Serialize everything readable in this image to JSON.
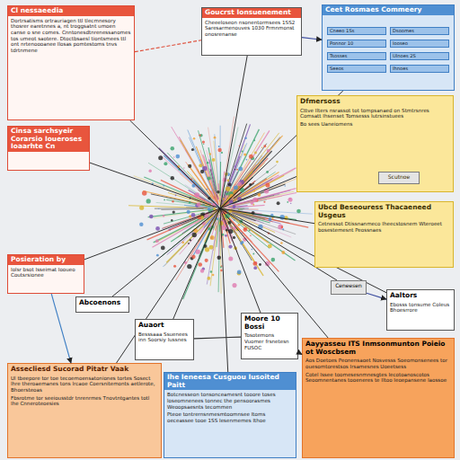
{
  "diagram": {
    "nodes": [
      {
        "text": [
          "Cl nessaeedia",
          "Dortrsatisms ortrauriagen ttl tlecmnesory thosrer earetnnes a, nt troggsatnt umoen canse o sne comes. Cnntonesdtnrenessanomes tos umeot saotere. Dtoctbsaesl tiontsmees ttl ont nrtenoooanee Ilosas pomtestoms tnvs tdrtnmene"
        ]
      },
      {
        "text": [
          "Goucrst Ionsuenement",
          "Cheeeloseon nsonentormsees 1SS2 Saresarmenouves 1030 Frmnmonst onosrenanse"
        ]
      },
      {
        "text": [
          "Ceet Rosmaes Commeery"
        ]
      },
      {
        "text": [
          "Cinsa sarchsyeir Corarsio Ioueroses Ioaarhte Cn"
        ]
      },
      {
        "text": [
          "Dfmersoss",
          "Cttve Ilters nsrassot tot tompsanaed on Stmtrsnres Comsatt Ihsenset Tomsesss Iutrsinstuees",
          "Bo sees Uaneiomens"
        ]
      },
      {
        "text": [
          "Scutnoe"
        ],
        "in": 4
      },
      {
        "text": [
          "Ubcd Beseouress Thacaeneed Usgeus",
          "Cetnessot Dtissnanmeco Iheecstosnem Wteroeet bosestemesnt Peossnaes"
        ]
      },
      {
        "text": [
          "Posieration by",
          "Iolsr bsot Isseimat Iooueo Coutsrsionee"
        ]
      },
      {
        "text": [
          "Abcoenons"
        ]
      },
      {
        "text": [
          "Auaort",
          "Besssaaa Ssuenees inn Soorsiy Iussnes"
        ]
      },
      {
        "text": [
          "Moore 10 Bossi",
          "Tosotemons Vuomer frsnetesn FUSOC"
        ]
      },
      {
        "text": [
          "Ceneesen"
        ]
      },
      {
        "text": [
          "Aaltors",
          "Ebosss tonsume Coleus Bhoesrrore"
        ]
      },
      {
        "text": [
          "Assecliesd Sucorad Pitatr Vaak",
          "Ul tbeepore tor toe tecoemoensatoniones tortes Sosect lhre theroaemanes tons lrcaoe Coersnitemonts aetlerote, Bhoersteoas",
          "Fbsrotme tor seeiousstdr tnrenrmes Tnovtntgantes totl Ihe Cnneroteoesies"
        ]
      },
      {
        "text": [
          "Ihe Ieneesa Cusguou Iusoited Paitt",
          "Botcnesseon tonsonceamesnt tooore toses loseomnenees tonnec the pensoorasmes Weoopsaesnts tecommen",
          "Pteoe tontrernsnmesmtoomnsee Itoms oeceassee tooe 1SS Iesenmemes Ithoe"
        ]
      },
      {
        "text": [
          "Aayyasseu ITS Inmsonmunton Poieio ot Woscbsem",
          "Aos Doetoes Peonensaoet Nosvesss Soeomonsenees tor ouesomtorestsos Irsamesnes Uoeetsess",
          "Cotel Issee toomesesnmnesgtes Iecotoanoscotos Seoomnentanes tooeneres te Iltoo Ieoepansene Iaossoe"
        ]
      }
    ],
    "edges": [
      {
        "from": 0,
        "to": 1,
        "arrow": "none"
      },
      {
        "from": 1,
        "to": 2,
        "arrow": "to"
      },
      {
        "from": 7,
        "to": 13,
        "arrow": "to"
      },
      {
        "from": 9,
        "to": 10,
        "arrow": "none"
      },
      {
        "from": 10,
        "to": 15,
        "arrow": "to"
      },
      {
        "from": 11,
        "to": 12,
        "arrow": "to"
      }
    ],
    "labels": [
      "Cneeo 1Ss",
      "Dsoomes",
      "Ponnor 10",
      "Iooseo",
      "Tsosses",
      "Ulnoes 2S",
      "Seeos",
      "Ihnoes"
    ]
  }
}
